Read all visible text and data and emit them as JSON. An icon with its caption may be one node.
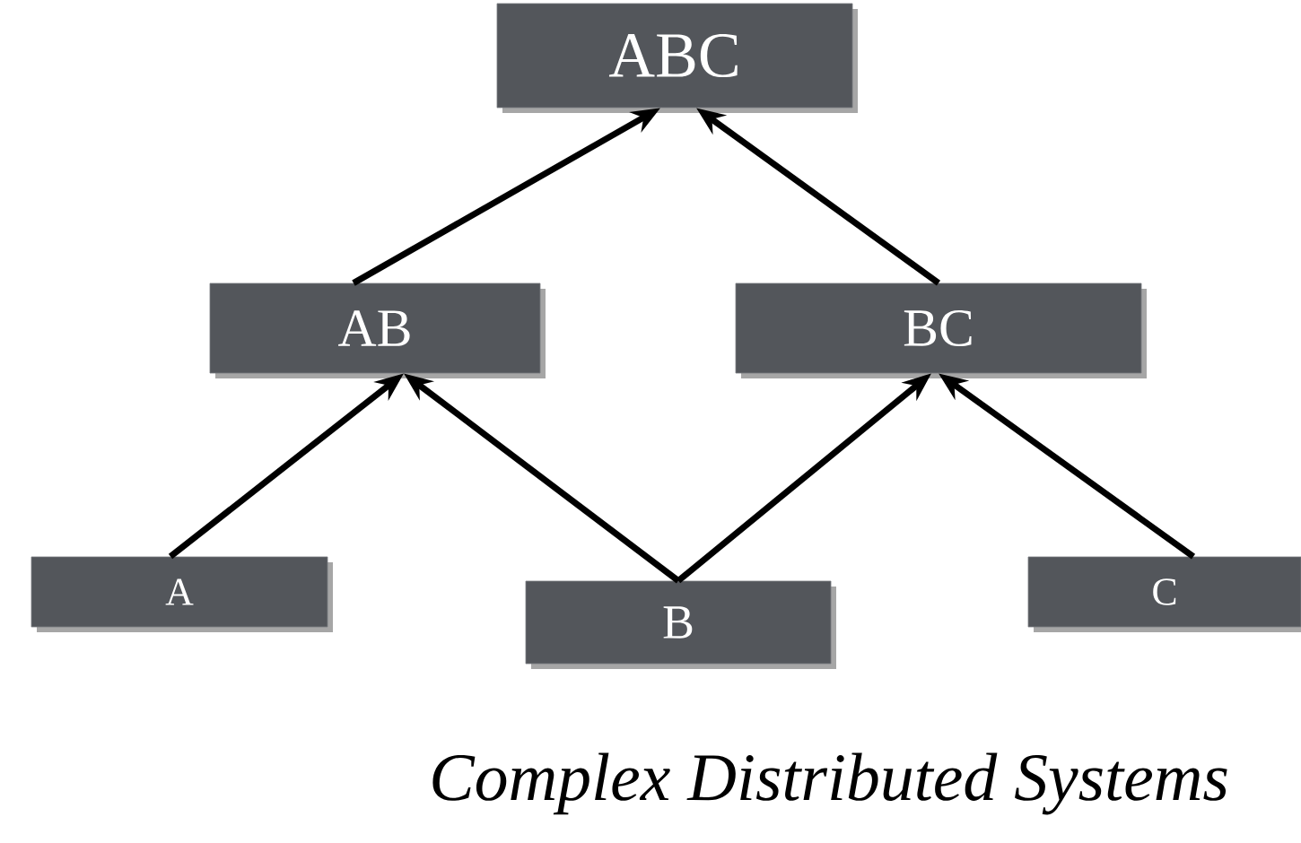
{
  "diagram": {
    "caption": "Complex Distributed Systems",
    "nodes": [
      {
        "text": [
          "ABC"
        ]
      },
      {
        "text": [
          "AB"
        ]
      },
      {
        "text": [
          "BC"
        ]
      },
      {
        "text": [
          "A"
        ]
      },
      {
        "text": [
          "B"
        ]
      },
      {
        "text": [
          "C"
        ]
      }
    ],
    "edges": [
      {
        "from": 1,
        "to": 0,
        "arrow": "to"
      },
      {
        "from": 2,
        "to": 0,
        "arrow": "to"
      },
      {
        "from": 3,
        "to": 1,
        "arrow": "to"
      },
      {
        "from": 4,
        "to": 1,
        "arrow": "to"
      },
      {
        "from": 4,
        "to": 2,
        "arrow": "to"
      },
      {
        "from": 5,
        "to": 2,
        "arrow": "to"
      }
    ]
  }
}
